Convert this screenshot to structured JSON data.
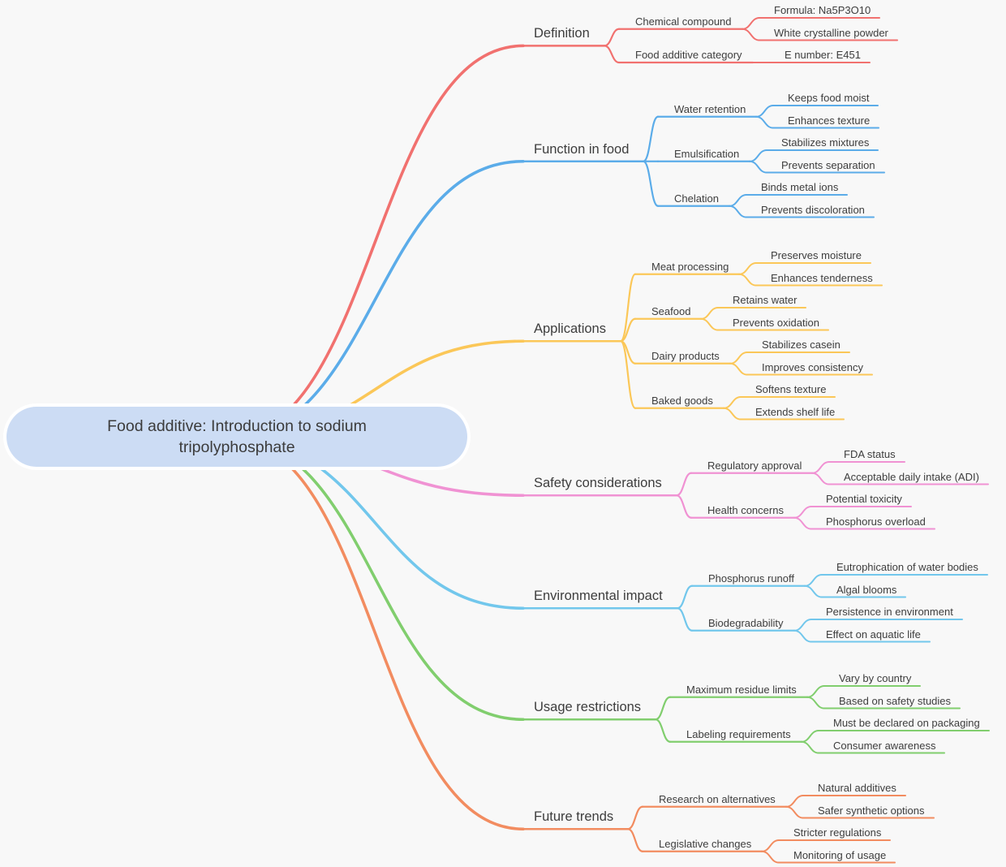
{
  "canvas": {
    "background": "#f8f8f8",
    "text_color": "#3d3d3d"
  },
  "root": {
    "label": "Food additive: Introduction to sodium tripolyphosphate",
    "fill": "#ccdcf4",
    "halo": "#ffffff",
    "text_color": "#3b3b3b"
  },
  "branches": [
    {
      "label": "Definition",
      "color": "#f1716f",
      "children": [
        {
          "label": "Chemical compound",
          "children": [
            {
              "label": "Formula: Na5P3O10"
            },
            {
              "label": "White crystalline powder"
            }
          ]
        },
        {
          "label": "Food additive category",
          "children": [
            {
              "label": "E number: E451"
            }
          ]
        }
      ]
    },
    {
      "label": "Function in food",
      "color": "#5bace9",
      "children": [
        {
          "label": "Water retention",
          "children": [
            {
              "label": "Keeps food moist"
            },
            {
              "label": "Enhances texture"
            }
          ]
        },
        {
          "label": "Emulsification",
          "children": [
            {
              "label": "Stabilizes mixtures"
            },
            {
              "label": "Prevents separation"
            }
          ]
        },
        {
          "label": "Chelation",
          "children": [
            {
              "label": "Binds metal ions"
            },
            {
              "label": "Prevents discoloration"
            }
          ]
        }
      ]
    },
    {
      "label": "Applications",
      "color": "#fbc758",
      "children": [
        {
          "label": "Meat processing",
          "children": [
            {
              "label": "Preserves moisture"
            },
            {
              "label": "Enhances tenderness"
            }
          ]
        },
        {
          "label": "Seafood",
          "children": [
            {
              "label": "Retains water"
            },
            {
              "label": "Prevents oxidation"
            }
          ]
        },
        {
          "label": "Dairy products",
          "children": [
            {
              "label": "Stabilizes casein"
            },
            {
              "label": "Improves consistency"
            }
          ]
        },
        {
          "label": "Baked goods",
          "children": [
            {
              "label": "Softens texture"
            },
            {
              "label": "Extends shelf life"
            }
          ]
        }
      ]
    },
    {
      "label": "Safety considerations",
      "color": "#f092d3",
      "children": [
        {
          "label": "Regulatory approval",
          "children": [
            {
              "label": "FDA status"
            },
            {
              "label": "Acceptable daily intake (ADI)"
            }
          ]
        },
        {
          "label": "Health concerns",
          "children": [
            {
              "label": "Potential toxicity"
            },
            {
              "label": "Phosphorus overload"
            }
          ]
        }
      ]
    },
    {
      "label": "Environmental impact",
      "color": "#72c7ec",
      "children": [
        {
          "label": "Phosphorus runoff",
          "children": [
            {
              "label": "Eutrophication of water bodies"
            },
            {
              "label": "Algal blooms"
            }
          ]
        },
        {
          "label": "Biodegradability",
          "children": [
            {
              "label": "Persistence in environment"
            },
            {
              "label": "Effect on aquatic life"
            }
          ]
        }
      ]
    },
    {
      "label": "Usage restrictions",
      "color": "#81ce6e",
      "children": [
        {
          "label": "Maximum residue limits",
          "children": [
            {
              "label": "Vary by country"
            },
            {
              "label": "Based on safety studies"
            }
          ]
        },
        {
          "label": "Labeling requirements",
          "children": [
            {
              "label": "Must be declared on packaging"
            },
            {
              "label": "Consumer awareness"
            }
          ]
        }
      ]
    },
    {
      "label": "Future trends",
      "color": "#f28c60",
      "children": [
        {
          "label": "Research on alternatives",
          "children": [
            {
              "label": "Natural additives"
            },
            {
              "label": "Safer synthetic options"
            }
          ]
        },
        {
          "label": "Legislative changes",
          "children": [
            {
              "label": "Stricter regulations"
            },
            {
              "label": "Monitoring of usage"
            }
          ]
        }
      ]
    }
  ]
}
